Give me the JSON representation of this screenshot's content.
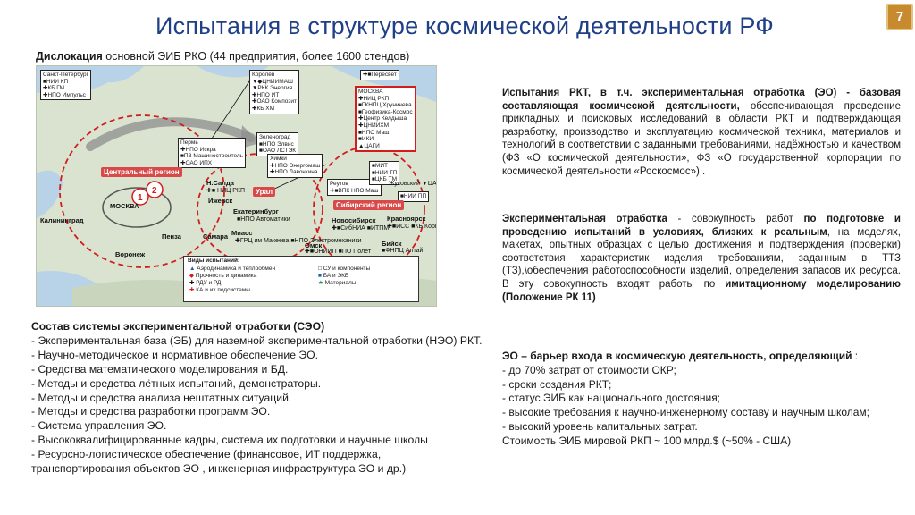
{
  "title": "Испытания  в структуре  космической деятельности РФ",
  "page_number": "7",
  "subtitle": {
    "bold": "Дислокация",
    "rest": " основной ЭИБ РКО (44 предприятия, более 1600 стендов)"
  },
  "map": {
    "regions": {
      "central": "Центральный регион",
      "ural": "Урал",
      "siberian": "Сибирский регион"
    },
    "cities": {
      "moscow": "МОСКВА",
      "kaliningrad": "Калининград",
      "voronezh": "Воронеж",
      "penza": "Пенза",
      "samara": "Самара",
      "izhevsk": "Ижевск",
      "ekaterinburg": "Екатеринбург",
      "miass": "Миасс",
      "novosibirsk": "Новосибирск",
      "omsk": "Омск",
      "krasnoyarsk": "Красноярск",
      "biysk": "Бийск",
      "perm": "Пермь",
      "n_salda": "Н.Салда"
    },
    "boxes": {
      "spb": "Санкт-Петербург\n■НИИ КП\n✚КБ ГМ\n✚НПО Импульс",
      "moscow_region": "Королёв\n▼◆ЦНИИМАШ\n▼РКК Энергия\n✚НПО ИТ\n✚ОАО Композит\n✚КБ ХМ",
      "moscow_city": "МОСКВА\n✚НИЦ РКП\n■ГКНПЦ Хруничева\n■Геофизика-Космос\n✚Центр Келдыша\n✚ЦНИИХМ\n■НПО Маш\n■ИКИ\n▲ЦАГИ",
      "perm": "Пермь\n✚НПО Искра\n■ПЗ Машиностроитель\n✚ОАО ИПХ",
      "zelenograd": "Зеленоград\n■НПО Элвис\n■ОАО ЛСТЭК",
      "khimki": "Химки\n✚НПО Энергомаш\n✚НПО Лавочкина",
      "reutov": "Реутов\n✚■ВПК НПО Маш",
      "zhukovsky": "Жуковский\n▼ЦАГИ",
      "peresvet": "✚■Пересвет",
      "n_salda_box": "✚■ НИЦ РКП",
      "ekat_box": "■НПО Автоматики",
      "miass_box": "✚ГРЦ им Макеева\n■НПО Электромеханики",
      "novosib_box": "✚■СибНИА\n■ИТПМ",
      "omsk_box": "✚■ОНИИП\n■ПО Полёт",
      "krasn_box": "✚■ИСС\n■КБ Корпус",
      "biysk_box": "■ФНПЦ Алтай",
      "tomsk_box": "■НИИ ПП",
      "mit": "■МИТ\n■НИИ ТП\n■ЦКБ ТМ"
    },
    "legend": {
      "title": "Виды испытаний:",
      "items": [
        "Аэродинамика и теплообмен",
        "Прочность и динамика",
        "РДУ и РД",
        "КА  и их подсистемы",
        "СУ и компоненты",
        "БА и ЭКБ",
        "Материалы"
      ]
    },
    "colors": {
      "land": "#d9e3cf",
      "water": "#b8d3e8",
      "region_circle": "#d21d1d",
      "arrow": "#8e8e8e"
    }
  },
  "left_section": {
    "heading": "Состав системы экспериментальной отработки (СЭО)",
    "items": [
      "- Экспериментальная база (ЭБ) для наземной экспериментальной отработки (НЭО) РКТ.",
      "- Научно-методическое  и нормативное обеспечение  ЭО.",
      "- Средства  математического моделирования и БД.",
      "- Методы  и средства  лётных испытаний,  демонстраторы.",
      "- Методы и средства анализа нештатных ситуаций.",
      "- Методы и средства разработки  программ ЭО.",
      "- Система управления ЭО.",
      "- Высококвалифицированные кадры, система их подготовки и научные школы",
      "- Ресурсно-логистическое обеспечение (финансовое,  ИТ поддержка, транспортирования  объектов ЭО , инженерная инфраструктура  ЭО  и др.)"
    ]
  },
  "right_1": {
    "bold": "Испытания РКТ, в т.ч. экспериментальная отработка (ЭО) -  базовая составляющая космической деятельности,",
    "rest": " обеспечивающая проведение прикладных и поисковых исследований в области РКТ и подтверждающая разработку,    производство    и эксплуатацию космической техники, материалов и технологий  в соответствии с заданными требованиями, надёжностью и качеством (ФЗ «О космической деятельности», ФЗ «О государственной корпорации по космической деятельности «Роскосмос») ."
  },
  "right_2": {
    "b1": "Экспериментальная отработка",
    "t1": "  - совокупность работ ",
    "b2": "по подготовке и проведению испытаний в условиях, близких к реальным",
    "t2": ", на моделях, макетах, опытных образцах  с целью достижения и подтверждения (проверки) соответствия  характеристик изделия требованиям, заданным в ТТЗ (ТЗ),\\обеспечения работоспособности изделий, определения запасов их ресурса.  В эту совокупность входят работы по ",
    "b3": "имитационному моделированию  (Положение РК 11)"
  },
  "right_3": {
    "heading": "ЭО – барьер входа в космическую деятельность, определяющий",
    "heading_tail": "  :",
    "items": [
      "- до 70% затрат от стоимости ОКР;",
      "- сроки создания РКТ;",
      "- статус ЭИБ как национального достояния;",
      "- высокие требования к научно-инженерному составу и научным школам;",
      "- высокий уровень капитальных затрат."
    ],
    "cost": "Стоимость ЭИБ мировой РКП ~ 100 млрд.$ (~50% - США)"
  }
}
